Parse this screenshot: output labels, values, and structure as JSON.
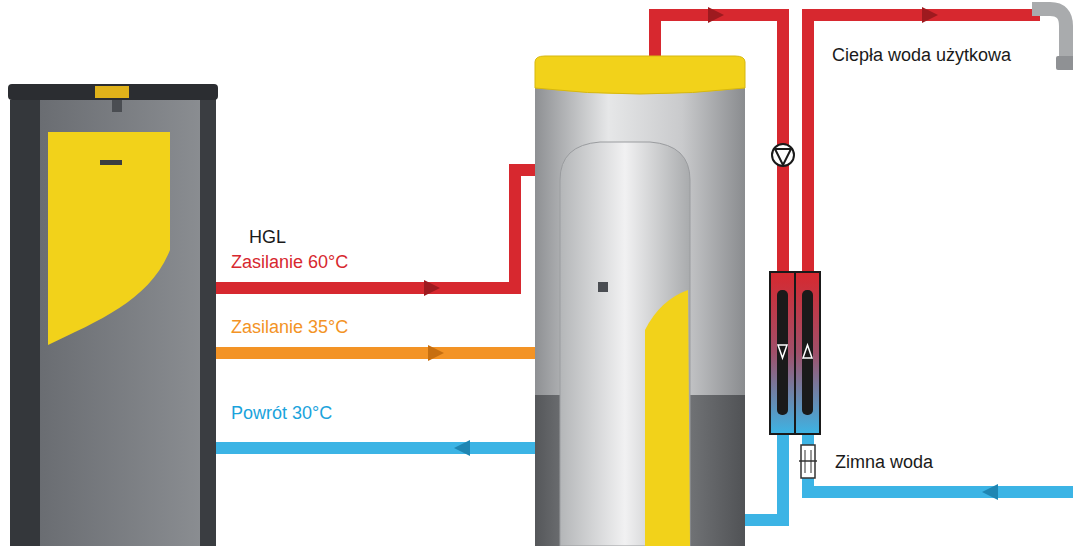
{
  "diagram": {
    "labels": [
      "HGL",
      "Zasilanie 60°C",
      "Zasilanie 35°C",
      "Powrót 30°C",
      "Ciepła woda użytkowa",
      "Zimna woda"
    ]
  }
}
